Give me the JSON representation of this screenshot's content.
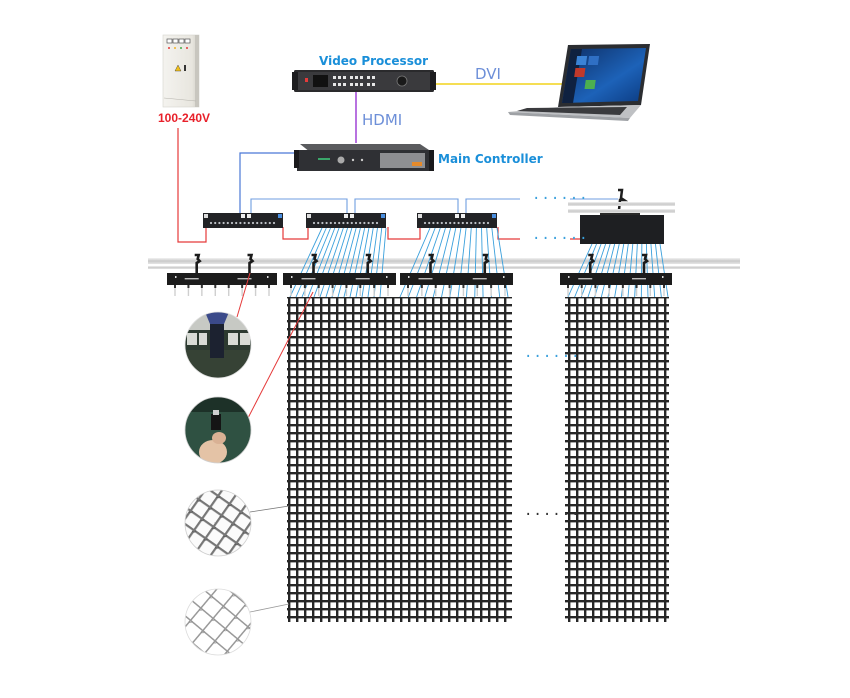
{
  "diagram": {
    "title": "LED mesh curtain display system wiring diagram",
    "labels": {
      "video_processor": "Video Processor",
      "main_controller": "Main Controller",
      "hdmi": "HDMI",
      "dvi": "DVI",
      "power": "100-240V",
      "continuation": "......"
    },
    "components": [
      {
        "id": "power-cabinet",
        "label": "100-240V",
        "icon": "electrical-cabinet-icon"
      },
      {
        "id": "video-processor",
        "label": "Video Processor",
        "icon": "video-processor-icon"
      },
      {
        "id": "laptop",
        "label": "",
        "icon": "laptop-icon"
      },
      {
        "id": "main-controller",
        "label": "Main Controller",
        "icon": "main-controller-icon"
      },
      {
        "id": "distribution-box-1",
        "label": "",
        "icon": "distribution-box-icon"
      },
      {
        "id": "distribution-box-2",
        "label": "",
        "icon": "distribution-box-icon"
      },
      {
        "id": "distribution-box-3",
        "label": "",
        "icon": "distribution-box-icon"
      },
      {
        "id": "distribution-box-4",
        "label": "",
        "icon": "distribution-box-icon"
      },
      {
        "id": "led-mesh-panel-1",
        "label": "",
        "icon": "led-mesh-icon"
      },
      {
        "id": "led-mesh-panel-2",
        "label": "",
        "icon": "led-mesh-icon"
      }
    ],
    "connections": [
      {
        "from": "laptop",
        "to": "video-processor",
        "label": "DVI",
        "color": "#f2d31b"
      },
      {
        "from": "video-processor",
        "to": "main-controller",
        "label": "HDMI",
        "color": "#a64fd8"
      },
      {
        "from": "main-controller",
        "to": "distribution-box-1",
        "label": "",
        "color": "#4a78d6"
      },
      {
        "from": "power-cabinet",
        "to": "distribution-box-1",
        "label": "",
        "color": "#e53a3a"
      }
    ],
    "detail_callouts": [
      {
        "id": "hanger-clamp-detail",
        "icon": "hanger-clamp-photo-icon"
      },
      {
        "id": "connector-detail",
        "icon": "connector-photo-icon"
      },
      {
        "id": "mesh-front-detail",
        "icon": "mesh-closeup-icon"
      },
      {
        "id": "mesh-back-detail",
        "icon": "mesh-closeup-icon"
      }
    ],
    "colors": {
      "power_line": "#e53a3a",
      "signal_line": "#4a78d6",
      "data_cable": "#3aa0dc",
      "dvi_line": "#f2d31b",
      "hdmi_line": "#a64fd8",
      "label_blue": "#1a8fd9",
      "mesh": "#1e1e1e",
      "pipe": "#c8c8c8"
    }
  }
}
